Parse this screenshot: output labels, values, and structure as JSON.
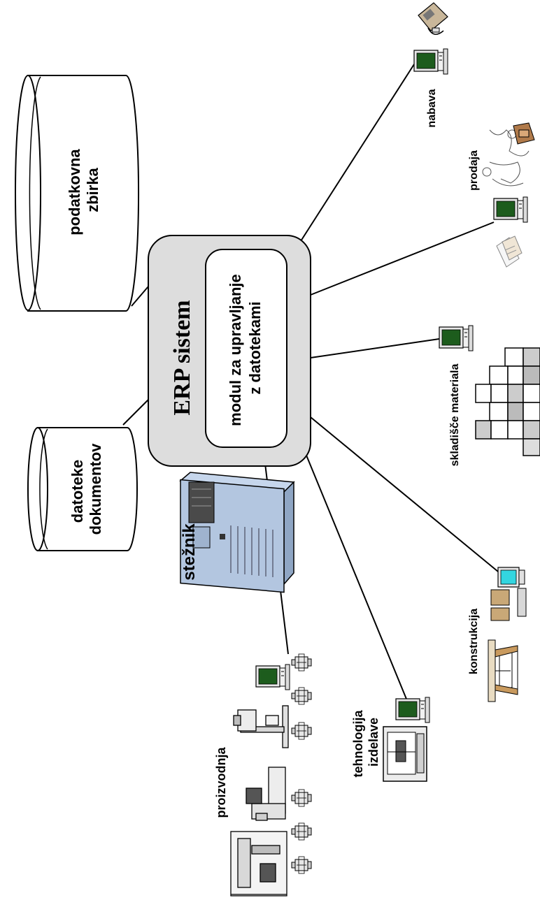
{
  "erp": {
    "title_bold": "ERP",
    "title_rest": " sistem",
    "module_line1": "modul za upravljanje",
    "module_line2": "z datotekami"
  },
  "stores": {
    "database_line1": "podatkovna",
    "database_line2": "zbirka",
    "documents_line1": "datoteke",
    "documents_line2": "dokumentov"
  },
  "nodes": {
    "server": "stežnik",
    "purchasing": "nabava",
    "sales": "prodaja",
    "warehouse": "skladišče materiala",
    "design": "konstrukcija",
    "technology_line1": "tehnologija",
    "technology_line2": "izdelave",
    "production": "proizvodnja"
  }
}
